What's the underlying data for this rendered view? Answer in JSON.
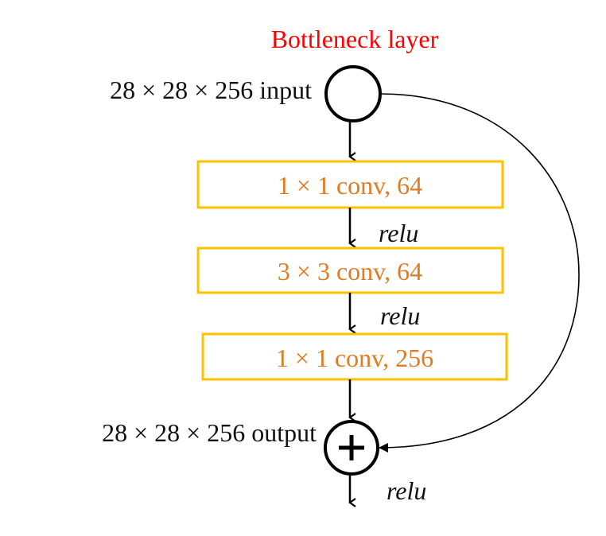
{
  "diagram": {
    "title": "Bottleneck layer",
    "input_label": "28 × 28 × 256 input",
    "output_label": "28 × 28 × 256 output",
    "layers": [
      {
        "label": "1 × 1 conv, 64"
      },
      {
        "label": "3 × 3 conv, 64"
      },
      {
        "label": "1 × 1 conv, 256"
      }
    ],
    "relu_labels": [
      "relu",
      "relu",
      "relu"
    ],
    "colors": {
      "title": "#ff0000",
      "box_border": "#ffc000",
      "box_text": "#e07b22",
      "lines": "#000000"
    }
  }
}
